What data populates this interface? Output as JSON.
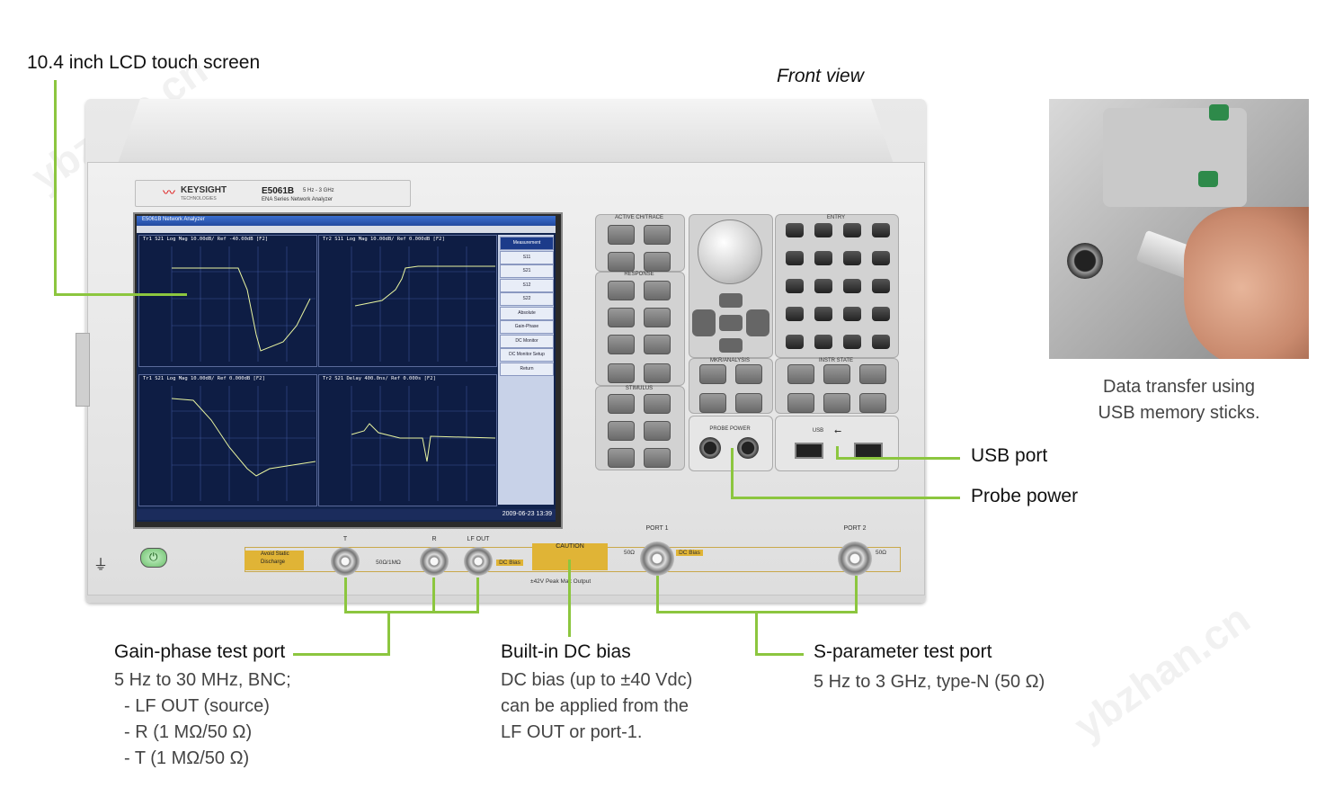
{
  "labels": {
    "lcd": "10.4 inch LCD touch screen",
    "front_view": "Front view",
    "usb_port": "USB port",
    "probe_power": "Probe power",
    "photo_caption": [
      "Data transfer using",
      "USB memory sticks."
    ]
  },
  "callouts": {
    "gain_phase": {
      "title": "Gain-phase test port",
      "lines": [
        "5 Hz to 30 MHz, BNC;",
        "- LF OUT (source)",
        "- R (1 MΩ/50 Ω)",
        "- T (1 MΩ/50 Ω)"
      ]
    },
    "dc_bias": {
      "title": "Built-in DC bias",
      "lines": [
        "DC bias (up to ±40 Vdc)",
        "can be applied from the",
        "LF OUT or port-1."
      ]
    },
    "s_param": {
      "title": "S-parameter test port",
      "lines": [
        "5 Hz to 3 GHz, type-N (50 Ω)"
      ]
    }
  },
  "instrument": {
    "brand": "KEYSIGHT",
    "brand_sub": "TECHNOLOGIES",
    "model": "E5061B",
    "freq": "5 Hz - 3 GHz",
    "series": "ENA Series  Network Analyzer",
    "window_title": "E5061B Network Analyzer",
    "timestamp": "2009-06-23 13:39",
    "traces": [
      "Tr1 S21 Log Mag 10.00dB/ Ref -40.00dB [F2]",
      "Tr2 S11 Log Mag 10.00dB/ Ref 0.000dB [F2]",
      "Tr1 S21 Log Mag 10.00dB/ Ref 0.000dB [F2]",
      "Tr2 S21 Delay 400.0ns/ Ref 0.000s [F2]"
    ],
    "softkeys": [
      "Measurement",
      "S11",
      "S21",
      "S12",
      "S22",
      "Absolute",
      "Gain-Phase",
      "DC Monitor",
      "DC Monitor Setup",
      "Return"
    ],
    "sections": [
      "ACTIVE CH/TRACE",
      "RESPONSE",
      "STIMULUS",
      "ENTRY",
      "MKR/ANALYSIS",
      "INSTR STATE",
      "PROBE POWER",
      "USB"
    ],
    "port_labels": [
      "T",
      "R",
      "LF OUT",
      "PORT 1",
      "PORT 2",
      "DC Bias",
      "50Ω/1MΩ",
      "50Ω"
    ],
    "caution": "CAUTION",
    "static": "Avoid Static Discharge",
    "max_output": "±42V Peak Max  Output"
  },
  "colors": {
    "callout_line": "#8cc63f",
    "screen_bg": "#12244e"
  }
}
